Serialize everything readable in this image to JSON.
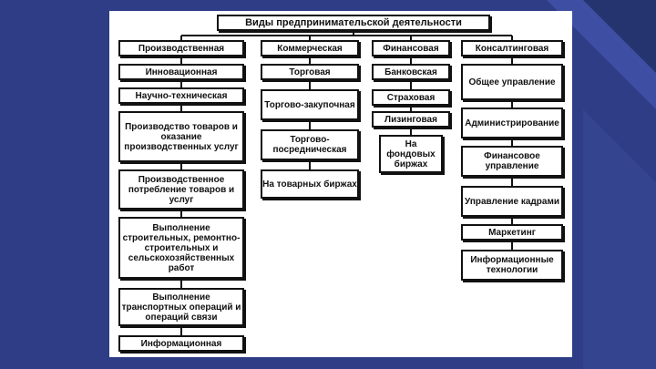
{
  "title": "Виды предпринимательской деятельности",
  "columns": [
    {
      "key": "production",
      "header": "Производственная",
      "items": [
        "Инновационная",
        "Научно-техническая",
        "Производство товаров и оказание производственных услуг",
        "Производственное потребление товаров и услуг",
        "Выполнение строительных, ремонтно-строительных и сельскохозяйственных работ",
        "Выполнение транспортных операций и операций связи",
        "Информационная"
      ]
    },
    {
      "key": "commercial",
      "header": "Коммерческая",
      "items": [
        "Торговая",
        "Торгово-закупочная",
        "Торгово-посредническая",
        "На товарных биржах"
      ]
    },
    {
      "key": "financial",
      "header": "Финансовая",
      "items": [
        "Банковская",
        "Страховая",
        "Лизинговая",
        "На фондовых биржах"
      ]
    },
    {
      "key": "consulting",
      "header": "Консалтинговая",
      "items": [
        "Общее управление",
        "Администрирование",
        "Финансовое управление",
        "Управление кадрами",
        "Маркетинг",
        "Информационные технологии"
      ]
    }
  ],
  "colors": {
    "background": "#2e3d86",
    "accent_light": "#4a5bb0",
    "accent_dark": "#1f2c6b",
    "slide": "#ffffff",
    "ink": "#111111"
  }
}
